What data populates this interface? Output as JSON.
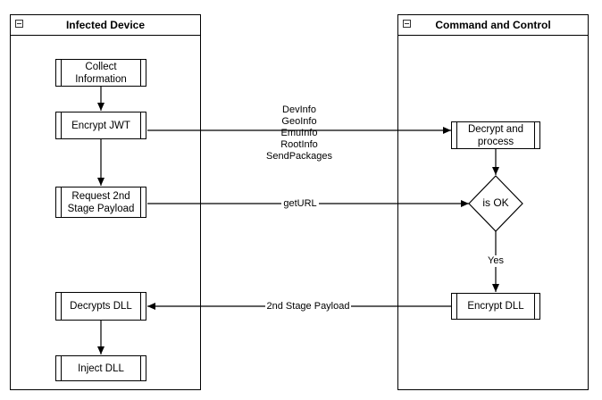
{
  "lanes": {
    "left_title": "Infected Device",
    "right_title": "Command and Control"
  },
  "nodes": {
    "collect": "Collect\nInformation",
    "encrypt_jwt": "Encrypt JWT",
    "request": "Request 2nd\nStage Payload",
    "decrypts_dll": "Decrypts DLL",
    "inject": "Inject DLL",
    "decrypt_process": "Decrypt and\nprocess",
    "is_ok": "is OK",
    "encrypt_dll": "Encrypt DLL"
  },
  "edges": {
    "jwt_payload": [
      "DevInfo",
      "GeoInfo",
      "EmuInfo",
      "RootInfo",
      "SendPackages"
    ],
    "get_url": "getURL",
    "yes": "Yes",
    "payload": "2nd Stage Payload"
  }
}
